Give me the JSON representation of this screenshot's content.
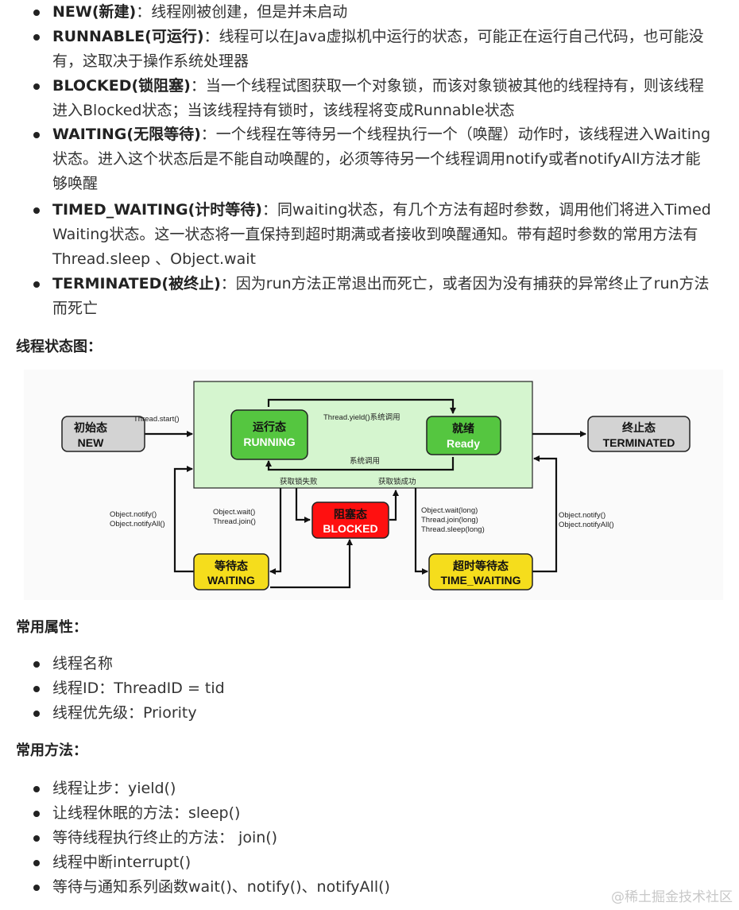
{
  "thread_states": [
    {
      "name": "NEW(新建)",
      "desc_lines": [
        "：线程刚被创建，但是并未启动"
      ]
    },
    {
      "name": "RUNNABLE(可运行)",
      "desc_lines": [
        "：线程可以在Java虚拟机中运行的状态，可能正在运行自己代码，也可能没",
        "有，这取决于操作系统处理器"
      ]
    },
    {
      "name": "BLOCKED(锁阻塞)",
      "desc_lines": [
        "：当一个线程试图获取一个对象锁，而该对象锁被其他的线程持有，则该线程",
        "进入Blocked状态；当该线程持有锁时，该线程将变成Runnable状态"
      ]
    },
    {
      "name": "WAITING(无限等待)",
      "desc_lines": [
        "：一个线程在等待另一个线程执行一个（唤醒）动作时，该线程进入Waiting",
        "状态。进入这个状态后是不能自动唤醒的，必须等待另一个线程调用notify或者notifyAll方法才能",
        "够唤醒"
      ]
    },
    {
      "name": "TIMED_WAITING(计时等待)",
      "desc_lines": [
        "：同waiting状态，有几个方法有超时参数，调用他们将进入Timed",
        "Waiting状态。这一状态将一直保持到超时期满或者接收到唤醒通知。带有超时参数的常用方法有",
        "Thread.sleep 、Object.wait"
      ]
    },
    {
      "name": "TERMINATED(被终止)",
      "desc_lines": [
        "：因为run方法正常退出而死亡，或者因为没有捕获的异常终止了run方法",
        "而死亡"
      ]
    }
  ],
  "diagram_heading": "线程状态图：",
  "diagram": {
    "nodes": {
      "new": {
        "line1": "初始态",
        "line2": "NEW",
        "color": "#d3d3d3"
      },
      "running": {
        "line1": "运行态",
        "line2": "RUNNING",
        "color": "#55c640"
      },
      "ready": {
        "line1": "就绪",
        "line2": "Ready",
        "color": "#55c640"
      },
      "terminated": {
        "line1": "终止态",
        "line2": "TERMINATED",
        "color": "#d3d3d3"
      },
      "blocked": {
        "line1": "阻塞态",
        "line2": "BLOCKED",
        "color": "#ff1010"
      },
      "waiting": {
        "line1": "等待态",
        "line2": "WAITING",
        "color": "#f5dd1c"
      },
      "timed_waiting": {
        "line1": "超时等待态",
        "line2": "TIME_WAITING",
        "color": "#f5dd1c"
      }
    },
    "runnable_region_color": "#d5f5cf",
    "labels": {
      "start": "Thread.start()",
      "yield": "Thread.yield()系统调用",
      "syscall": "系统调用",
      "lock_fail": "获取锁失败",
      "lock_success": "获取锁成功",
      "wait_l1": "Object.wait()",
      "wait_l2": "Thread.join()",
      "notify_left_l1": "Object.notify()",
      "notify_left_l2": "Object.notifyAll()",
      "timed_l1": "Object.wait(long)",
      "timed_l2": "Thread.join(long)",
      "timed_l3": "Thread.sleep(long)",
      "notify_right_l1": "Object.notify()",
      "notify_right_l2": "Object.notifyAll()"
    }
  },
  "attributes_heading": "常用属性：",
  "attributes": [
    "线程名称",
    "线程ID：ThreadID = tid",
    "线程优先级：Priority"
  ],
  "methods_heading": "常用方法：",
  "methods": [
    "线程让步：yield()",
    "让线程休眠的方法：sleep()",
    "等待线程执行终止的方法： join()",
    "线程中断interrupt()",
    "等待与通知系列函数wait()、notify()、notifyAll()"
  ],
  "watermark": "@稀土掘金技术社区"
}
